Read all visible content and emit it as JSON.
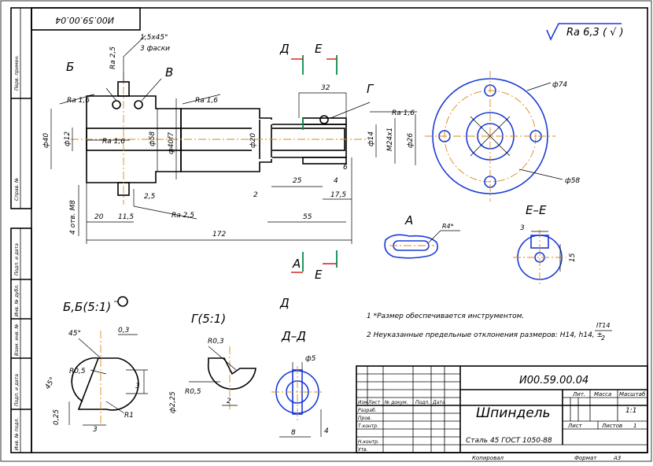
{
  "title_block": {
    "doc_code": "И00.59.00.04",
    "part_name": "Шпиндель",
    "material": "Сталь 45 ГОСТ 1050-88",
    "mass_header": "Масса",
    "scale_header": "Масштаб",
    "lit_header": "Лит.",
    "scale_value": "1:1",
    "sheet_label": "Лист",
    "sheets_label": "Листов",
    "sheets_value": "1",
    "copied_label": "Копировал",
    "format_label": "Формат",
    "format_value": "А3",
    "rows": [
      "Изм",
      "Лист",
      "№ докум.",
      "Подп.",
      "Дата"
    ],
    "roles": [
      "Разраб.",
      "Пров.",
      "Т.контр.",
      "Н.контр.",
      "Утв."
    ]
  },
  "corner_code": "И00.59.00.04",
  "roughness": "Ra 6,3 ( √ )",
  "side_labels": [
    "Перв. примен.",
    "Справ. №",
    "Подп. и дата",
    "Инв. № дубл.",
    "Взам. инв. №",
    "Подп. и дата",
    "Инв. № подл."
  ],
  "notes": [
    "1  *Размер обеспечивается инструментом.",
    "2  Неуказанные предельные отклонения размеров: H14, h14, ±"
  ],
  "note_fraction": {
    "num": "IT14",
    "den": "2"
  },
  "views": {
    "A": "А",
    "EE": "Е–Е",
    "BB": "Б,Б(5:1)",
    "G": "Г(5:1)",
    "DD": "Д–Д",
    "D": "Д",
    "E": "Е",
    "B1": "Б",
    "V": "В",
    "G1": "Г"
  },
  "dims": {
    "chamfer": "1,5х45°",
    "chamfer2": "3 фаски",
    "ra25": "Ra 2,5",
    "ra16a": "Ra 1,6",
    "ra16b": "Ra 1,6",
    "ra16c": "Ra 1,6",
    "ra16d": "Ra 1,6",
    "ra25b": "Ra 2,5",
    "d40": "ф40",
    "d12": "ф12",
    "d58": "ф58",
    "d40f7": "ф40f7",
    "d20": "ф20",
    "d14": "ф14",
    "m24": "М24х1",
    "d26": "ф26",
    "l32": "32",
    "l6": "6",
    "l4": "4",
    "l25": "25",
    "l175": "17,5",
    "l2": "2",
    "l55": "55",
    "l25b": "2,5",
    "l20": "20",
    "l115": "11,5",
    "l172": "172",
    "holes": "4 отв. М8",
    "d74": "ф74",
    "d58b": "ф58",
    "r4": "R4*",
    "e3": "3",
    "e15": "15",
    "b45": "45°",
    "b03": "0,3",
    "br05": "R0,5",
    "b45b": "45°",
    "b3": "3",
    "b025": "0,25",
    "b3b": "3",
    "br1": "R1",
    "gr03": "R0,3",
    "gr05": "R0,5",
    "g225": "ф2,25",
    "g2": "2",
    "dd5": "ф5",
    "dd8": "8",
    "dd4": "4"
  }
}
